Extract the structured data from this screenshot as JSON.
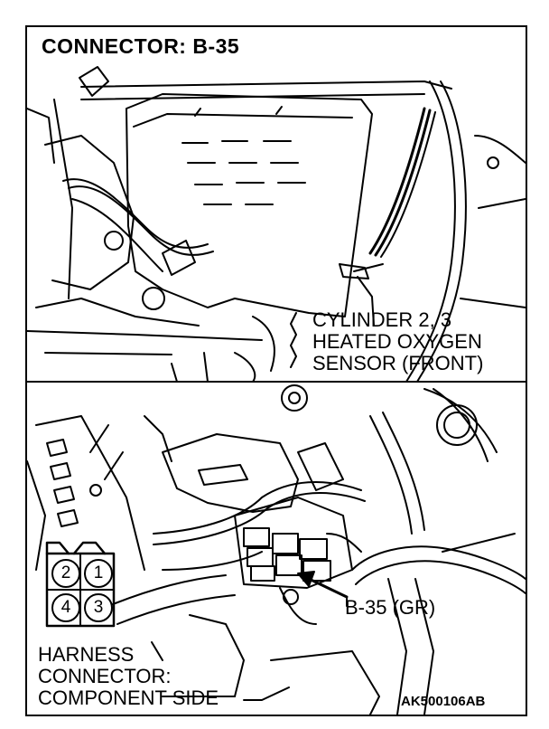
{
  "title": "CONNECTOR: B-35",
  "top_view": {
    "sensor_label": [
      "CYLINDER 2, 3",
      "HEATED OXYGEN",
      "SENSOR (FRONT)"
    ]
  },
  "bottom_view": {
    "connector_callout": "B-35 (GR)",
    "harness_label": [
      "HARNESS",
      "CONNECTOR:",
      "COMPONENT SIDE"
    ],
    "pins": [
      "2",
      "1",
      "4",
      "3"
    ]
  },
  "figure_code": "AK500106AB",
  "colors": {
    "line": "#000000",
    "background": "#ffffff"
  }
}
